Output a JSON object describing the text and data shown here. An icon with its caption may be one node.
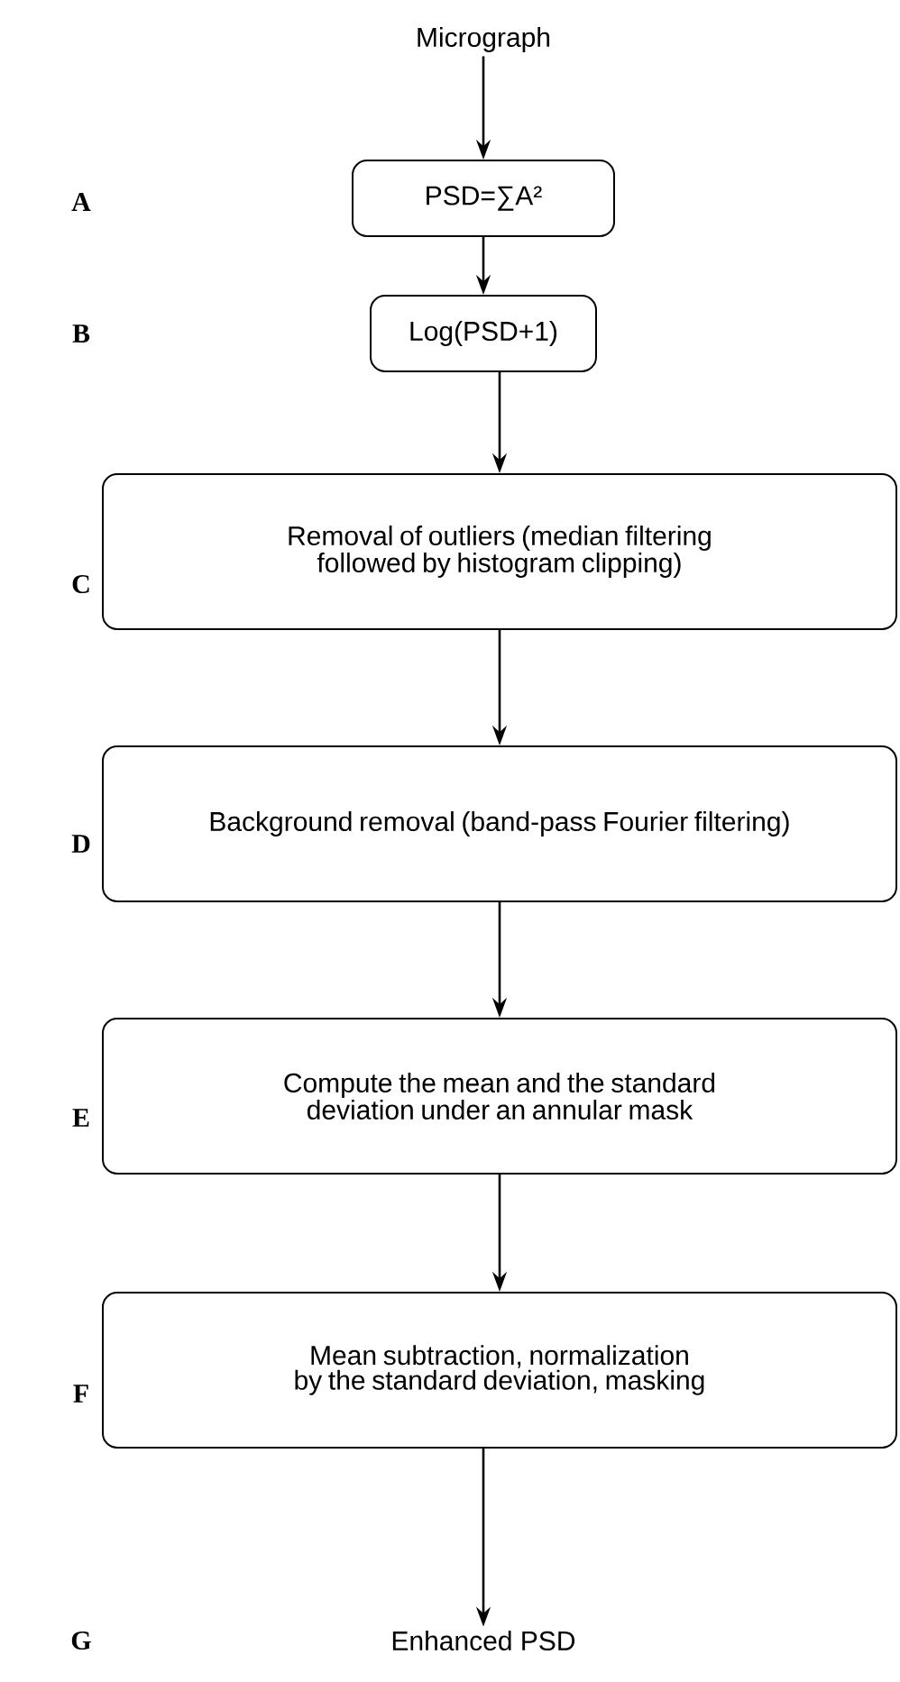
{
  "diagram": {
    "nodes": [
      {
        "text": [
          "Micrograph"
        ]
      },
      {
        "text": [
          "PSD=∑A²"
        ]
      },
      {
        "text": [
          "Log(PSD+1)"
        ]
      },
      {
        "text": [
          "Removal of outliers (median filtering followed by histogram clipping)"
        ]
      },
      {
        "text": [
          "Background removal (band-pass Fourier filtering)"
        ]
      },
      {
        "text": [
          "Compute the mean and the standard deviation under an annular mask"
        ]
      },
      {
        "text": [
          "Mean subtraction, normalization by the standard deviation, masking"
        ]
      },
      {
        "text": [
          "Enhanced PSD"
        ]
      }
    ],
    "edges": [
      {
        "from": 0,
        "to": 1,
        "arrow": "to"
      },
      {
        "from": 1,
        "to": 2,
        "arrow": "to"
      },
      {
        "from": 2,
        "to": 3,
        "arrow": "to"
      },
      {
        "from": 3,
        "to": 4,
        "arrow": "to"
      },
      {
        "from": 4,
        "to": 5,
        "arrow": "to"
      },
      {
        "from": 5,
        "to": 6,
        "arrow": "to"
      },
      {
        "from": 6,
        "to": 7,
        "arrow": "to"
      }
    ],
    "labels": [
      "A",
      "B",
      "C",
      "D",
      "E",
      "F",
      "G"
    ]
  }
}
